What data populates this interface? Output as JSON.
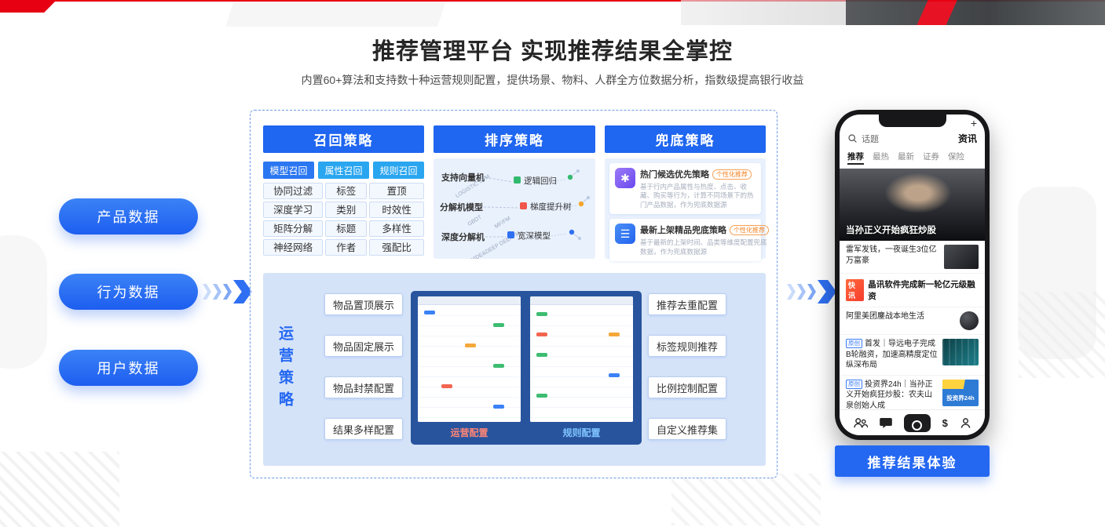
{
  "page": {
    "title": "推荐管理平台 实现推荐结果全掌控",
    "subtitle": "内置60+算法和支持数十种运营规则配置，提供场景、物料、人群全方位数据分析，指数级提高银行收益"
  },
  "colors": {
    "primary_blue": "#2468F2",
    "header_blue": "#1F66F0",
    "tab_cyan": "#2AA6F0",
    "panel_light_blue": "#E9F1FD",
    "operation_bg": "#D5E3F8",
    "badge_orange": "#F58220",
    "accent_red": "#E60012"
  },
  "inputs": {
    "pills": [
      "产品数据",
      "行为数据",
      "用户数据"
    ]
  },
  "recall": {
    "header": "召回策略",
    "tabs": [
      "模型召回",
      "属性召回",
      "规则召回"
    ],
    "table": [
      [
        "协同过滤",
        "标签",
        "置顶"
      ],
      [
        "深度学习",
        "类别",
        "时效性"
      ],
      [
        "矩阵分解",
        "标题",
        "多样性"
      ],
      [
        "神经网络",
        "作者",
        "强配比"
      ]
    ]
  },
  "ranking": {
    "header": "排序策略",
    "models": [
      {
        "name": "支持向量机",
        "target": "逻辑回归"
      },
      {
        "name": "分解机模型",
        "target": "梯度提升树"
      },
      {
        "name": "深度分解机",
        "target": "宽深模型"
      }
    ],
    "algos": [
      "LOGISTIC SVM",
      "GBDT",
      "MF/FM",
      "WIDE&DEEP DEEPFM"
    ]
  },
  "fallback": {
    "header": "兜底策略",
    "cards": [
      {
        "title": "热门候选优先策略",
        "badge": "个性化推荐",
        "desc": "基于行内产品属性与热度、点击、收藏、购买等行为，计算不同场景下的热门产品数据，作为兜底数据源"
      },
      {
        "title": "最新上架精品兜底策略",
        "badge": "个性化推荐",
        "desc": "基于最新的上架时间、品类等维度配置兜底数据，作为兜底数据源"
      }
    ]
  },
  "operation": {
    "vertical_label": "运营策略",
    "left_buttons": [
      "物品置顶展示",
      "物品固定展示",
      "物品封禁配置",
      "结果多样配置"
    ],
    "right_buttons": [
      "推荐去重配置",
      "标签规则推荐",
      "比例控制配置",
      "自定义推荐集"
    ],
    "captions": [
      "运营配置",
      "规则配置"
    ]
  },
  "phone": {
    "topbar": {
      "left_tab": "话题",
      "right_tab": "资讯",
      "plus": "+"
    },
    "tabs": [
      "推荐",
      "最热",
      "最新",
      "证券",
      "保险"
    ],
    "hero_caption": "当孙正义开始疯狂炒股",
    "items": [
      {
        "title": "雷军发钱，一夜诞生3位亿万富豪"
      },
      {
        "tag": "快讯",
        "title": "晶讯软件完成新一轮亿元级融资"
      },
      {
        "title": "阿里美团鏖战本地生活"
      },
      {
        "tag": "原创",
        "title": "首发｜导远电子完成B轮融资，加速高精度定位纵深布局"
      },
      {
        "tag": "原创",
        "title": "投资界24h｜当孙正义开始疯狂炒股：农夫山泉创始人成",
        "thumb_text": "投资界24h"
      }
    ]
  },
  "icons": {
    "hot_strategy": "✱",
    "fresh_strategy": "☰",
    "dollar": "$"
  },
  "cta": {
    "label": "推荐结果体验"
  }
}
